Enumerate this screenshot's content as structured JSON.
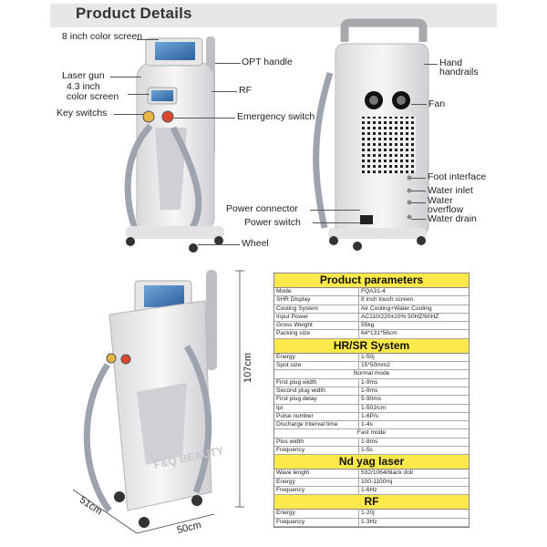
{
  "header": {
    "title": "Product Details"
  },
  "callouts_front": {
    "screen8": "8 inch color screen",
    "opt": "OPT handle",
    "laser": "Laser gun",
    "screen43_l1": "4.3 inch",
    "screen43_l2": "color screen",
    "rf": "RF",
    "keys": "Key switchs",
    "emergency": "Emergency switch",
    "power_conn": "Power connector",
    "power_sw": "Power switch",
    "wheel": "Wheel"
  },
  "callouts_back": {
    "hand_l1": "Hand",
    "hand_l2": "handrails",
    "fan": "Fan",
    "foot": "Foot interface",
    "water_in": "Water inlet",
    "water_over_l1": "Water",
    "water_over_l2": "overflow",
    "water_drain": "Water drain"
  },
  "dimensions": {
    "height": "107cm",
    "depth": "51cm",
    "width": "50cm"
  },
  "watermark": "F&Q BEAUTY",
  "table": {
    "params_title": "Product parameters",
    "params": [
      {
        "k": "Mode",
        "v": "FQA31-4"
      },
      {
        "k": "SHR Display",
        "v": "8 inch touch screen"
      },
      {
        "k": "Cooling System",
        "v": "Air Cooling+Water Cooling"
      },
      {
        "k": "Input Power",
        "v": "AC110/220±10% 50HZ/60HZ"
      },
      {
        "k": "Gross Weight",
        "v": "55kg"
      },
      {
        "k": "Packing size",
        "v": "64*131*56cm"
      }
    ],
    "hr_title": "HR/SR System",
    "hr": [
      {
        "k": "Energy",
        "v": "1-50j"
      },
      {
        "k": "Spot size",
        "v": "15*50mm2"
      }
    ],
    "normal_mode": "Normal mode",
    "normal": [
      {
        "k": "First plug width",
        "v": "1-9ms"
      },
      {
        "k": "Second plug width",
        "v": "1-9ms"
      },
      {
        "k": "First plug delay",
        "v": "5-90ms"
      },
      {
        "k": "Ipl",
        "v": "1-50J/cm"
      },
      {
        "k": "Pulse number",
        "v": "1-6P/s"
      },
      {
        "k": "Discharge Interval time",
        "v": "1-4s"
      }
    ],
    "fast_mode": "Fast mode",
    "fast": [
      {
        "k": "Plus width",
        "v": "1-8ms"
      },
      {
        "k": "Frequency",
        "v": "1-5s"
      }
    ],
    "nd_title": "Nd yag laser",
    "nd": [
      {
        "k": "Wave length",
        "v": "532/1064/black doll"
      },
      {
        "k": "Energy",
        "v": "100-1100mj"
      },
      {
        "k": "Frequency",
        "v": "1-6Hz"
      }
    ],
    "rf_title": "RF",
    "rf": [
      {
        "k": "Energy",
        "v": "1-20j"
      },
      {
        "k": "Frequency",
        "v": "1-3Hz"
      }
    ]
  }
}
